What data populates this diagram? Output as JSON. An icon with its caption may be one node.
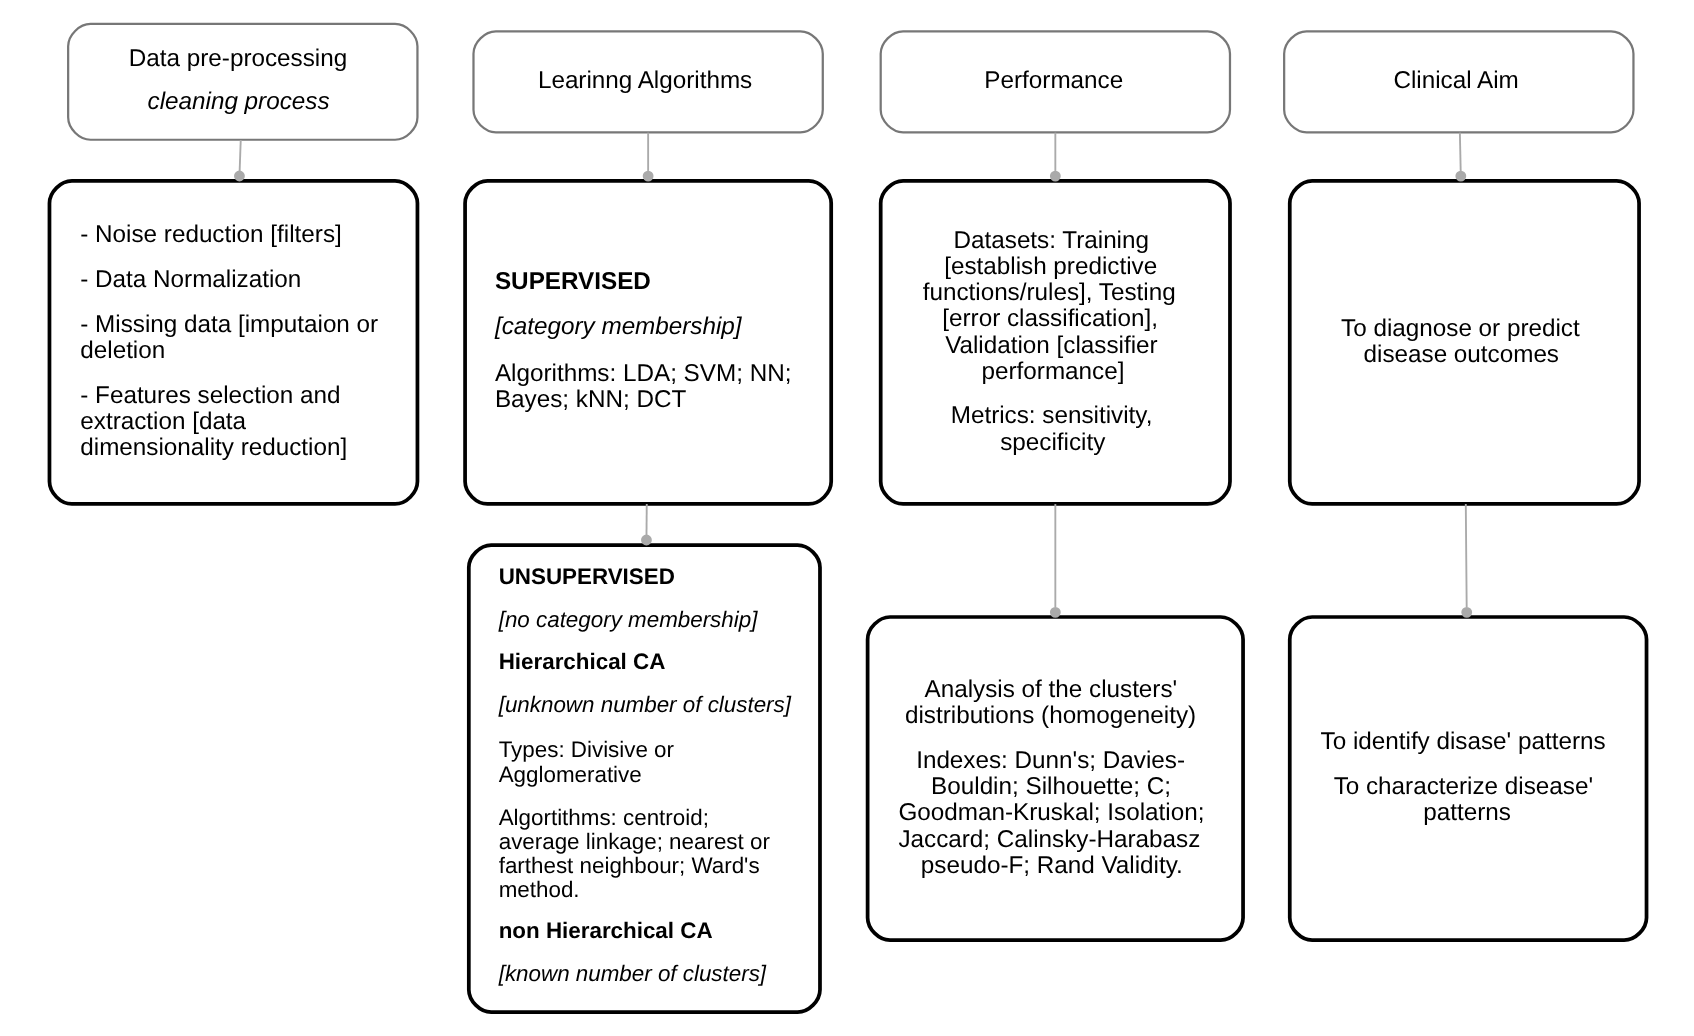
{
  "diagram": {
    "nodes": [
      {
        "text": [
          "Data pre-processing",
          "cleaning process"
        ]
      },
      {
        "text": [
          "- Noise reduction [filters]",
          "- Data Normalization",
          "- Missing data [imputaion or deletion",
          "- Features selection and extraction [data dimensionality reduction]"
        ]
      },
      {
        "text": [
          "Learinng Algorithms"
        ]
      },
      {
        "text": [
          "SUPERVISED",
          "[category membership]",
          "Algorithms: LDA; SVM; NN; Bayes; kNN; DCT"
        ]
      },
      {
        "text": [
          "UNSUPERVISED",
          "[no category membership]",
          "Hierarchical CA",
          "[unknown number of clusters]",
          "Types: Divisive or Agglomerative",
          "Algortithms: centroid; average linkage; nearest or farthest neighbour; Ward's method.",
          "non Hierarchical CA",
          "[known number of clusters]"
        ]
      },
      {
        "text": [
          "Performance"
        ]
      },
      {
        "text": [
          "Datasets: Training [establish predictive functions/rules], Testing [error classification], Validation [classifier performance]",
          "Metrics: sensitivity, specificity"
        ]
      },
      {
        "text": [
          "Analysis of the clusters' distributions (homogeneity)",
          "Indexes: Dunn's; Davies-Bouldin; Silhouette; C; Goodman-Kruskal; Isolation; Jaccard; Calinsky-Harabasz pseudo-F; Rand Validity."
        ]
      },
      {
        "text": [
          "Clinical Aim"
        ]
      },
      {
        "text": [
          "To diagnose or predict disease outcomes"
        ]
      },
      {
        "text": [
          "To identify disase' patterns",
          "To characterize disease' patterns"
        ]
      }
    ],
    "edges": [
      {
        "from": 0,
        "to": 1,
        "arrow": "other"
      },
      {
        "from": 2,
        "to": 3,
        "arrow": "other"
      },
      {
        "from": 3,
        "to": 4,
        "arrow": "other"
      },
      {
        "from": 5,
        "to": 6,
        "arrow": "other"
      },
      {
        "from": 6,
        "to": 7,
        "arrow": "other"
      },
      {
        "from": 8,
        "to": 9,
        "arrow": "other"
      },
      {
        "from": 9,
        "to": 10,
        "arrow": "other"
      }
    ]
  }
}
